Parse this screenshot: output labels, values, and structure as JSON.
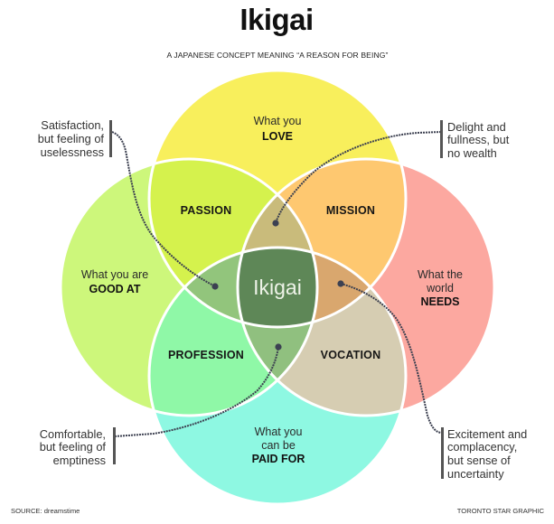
{
  "title": "Ikigai",
  "subtitle": "A JAPANESE CONCEPT MEANING “A REASON FOR BEING”",
  "circles": {
    "love": {
      "lines": [
        "What you",
        "LOVE"
      ]
    },
    "good_at": {
      "lines": [
        "What you are",
        "GOOD AT"
      ]
    },
    "world_needs": {
      "lines": [
        "What the",
        "world",
        "NEEDS"
      ]
    },
    "paid_for": {
      "lines": [
        "What you",
        "can be",
        "PAID FOR"
      ]
    }
  },
  "overlaps": {
    "passion": "PASSION",
    "mission": "MISSION",
    "profession": "PROFESSION",
    "vocation": "VOCATION",
    "center": "Ikigai"
  },
  "callouts": {
    "satisfaction": {
      "lines": [
        "Satisfaction,",
        "but feeling of",
        "uselessness"
      ]
    },
    "delight": {
      "lines": [
        "Delight and",
        "fullness, but",
        "no wealth"
      ]
    },
    "comfortable": {
      "lines": [
        "Comfortable,",
        "but feeling of",
        "emptiness"
      ]
    },
    "excitement": {
      "lines": [
        "Excitement and",
        "complacency,",
        "but sense of",
        "uncertainty"
      ]
    }
  },
  "footer": {
    "source": "SOURCE: dreamstime",
    "credit": "TORONTO STAR GRAPHIC"
  },
  "colors": {
    "love": "#f8ef5c",
    "good_at": "#cdf77b",
    "world_needs": "#fca8a0",
    "paid_for": "#8ef8e2",
    "passion": "#d5f24d",
    "mission": "#fec870",
    "profession": "#8ff8a7",
    "vocation": "#d6cdb2",
    "delight_zone": "#c9bb7b",
    "satisfaction_zone": "#92c57c",
    "excitement_zone": "#d9a76e",
    "comfortable_zone": "#90c07f",
    "ikigai": "#5e8757"
  }
}
